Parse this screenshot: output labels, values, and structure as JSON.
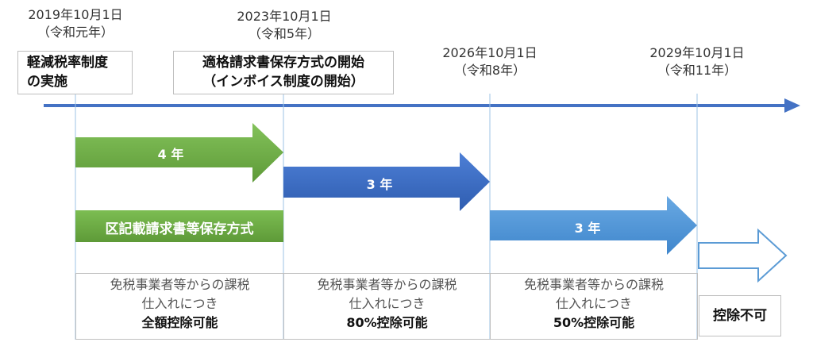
{
  "milestones": [
    {
      "date": "2019年10月1日",
      "era": "（令和元年）"
    },
    {
      "date": "2023年10月1日",
      "era": "（令和5年）"
    },
    {
      "date": "2026年10月1日",
      "era": "（令和8年）"
    },
    {
      "date": "2029年10月1日",
      "era": "（令和11年）"
    }
  ],
  "events": [
    {
      "line1": "軽減税率制度",
      "line2": "の実施"
    },
    {
      "line1": "適格請求書保存方式の開始",
      "line2": "（インボイス制度の開始）"
    }
  ],
  "periods": [
    {
      "label": "4 年",
      "color": "#70ad47"
    },
    {
      "label": "3 年",
      "color": "#4472c4"
    },
    {
      "label": "3 年",
      "color": "#5b9bd5"
    }
  ],
  "method_label": "区記載請求書等保存方式",
  "cells": [
    {
      "line1": "免税事業者等からの課税",
      "line2": "仕入れにつき",
      "line3": "全額控除可能"
    },
    {
      "line1": "免税事業者等からの課税",
      "line2": "仕入れにつき",
      "line3": "80%控除可能"
    },
    {
      "line1": "免税事業者等からの課税",
      "line2": "仕入れにつき",
      "line3": "50%控除可能"
    }
  ],
  "final_cell": "控除不可",
  "colors": {
    "timeline": "#4472c4",
    "green": "#70ad47",
    "blue_dark": "#4472c4",
    "blue_light": "#5b9bd5",
    "outline_arrow": "#5b9bd5"
  }
}
